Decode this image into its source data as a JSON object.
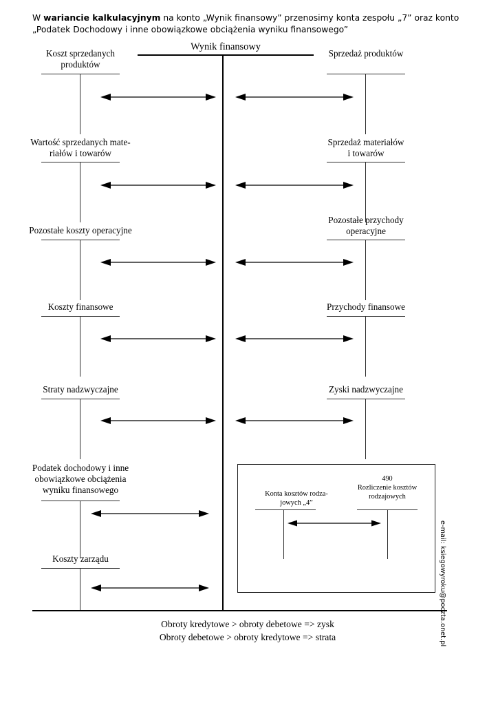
{
  "document": {
    "intro_prefix": "W ",
    "intro_bold": "wariancie kalkulacyjnym",
    "intro_rest": " na konto „Wynik finansowy” przenosimy konta zespołu „7” oraz konto „Podatek Dochodowy i inne obowiązkowe obciążenia wyniku finansowego”"
  },
  "center_account": {
    "title": "Wynik finansowy"
  },
  "left_accounts": [
    {
      "label": "Koszt sprzedanych\nproduktów"
    },
    {
      "label": "Wartość sprzedanych mate-\nriałów i towarów"
    },
    {
      "label": "Pozostałe koszty operacyjne"
    },
    {
      "label": "Koszty finansowe"
    },
    {
      "label": "Straty nadzwyczajne"
    },
    {
      "label": "Podatek dochodowy i inne\nobowiązkowe obciążenia\nwyniku finansowego"
    },
    {
      "label": "Koszty zarządu"
    }
  ],
  "right_accounts": [
    {
      "label": "Sprzedaż produktów"
    },
    {
      "label": "Sprzedaż materiałów\ni towarów"
    },
    {
      "label": "Pozostałe przychody\noperacyjne"
    },
    {
      "label": "Przychody finansowe"
    },
    {
      "label": "Zyski nadzwyczajne"
    }
  ],
  "inner_box": {
    "left_account_label": "Konta kosztów rodza-\njowych „4”",
    "right_account_number": "490",
    "right_account_label": "Rozliczenie kosztów\nrodzajowych"
  },
  "footer": {
    "line1": "Obroty kredytowe > obroty debetowe => zysk",
    "line2": "Obroty debetowe > obroty kredytowe => strata"
  },
  "margin": {
    "email": "e-mail: ksiegowyroku@poczta.onet.pl"
  },
  "colors": {
    "ink": "#000000",
    "line": "#2b2b2b",
    "background": "#ffffff"
  }
}
